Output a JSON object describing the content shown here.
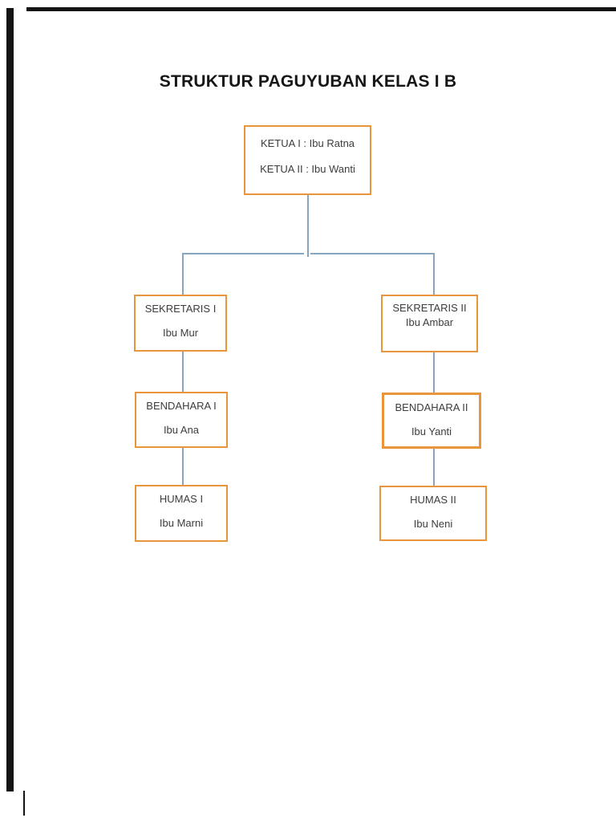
{
  "page": {
    "title": "STRUKTUR PAGUYUBAN KELAS I B"
  },
  "colors": {
    "box_border": "#e9953c",
    "connector": "#87a5be",
    "text": "#3d3d3d",
    "scan_edge": "#141414"
  },
  "org": {
    "root": {
      "line1": "KETUA I : Ibu Ratna",
      "line2": "KETUA II : Ibu Wanti"
    },
    "left": [
      {
        "role": "SEKRETARIS I",
        "name": "Ibu Mur"
      },
      {
        "role": "BENDAHARA I",
        "name": "Ibu Ana"
      },
      {
        "role": "HUMAS I",
        "name": "Ibu Marni"
      }
    ],
    "right": [
      {
        "role": "SEKRETARIS II",
        "name": "Ibu Ambar"
      },
      {
        "role": "BENDAHARA II",
        "name": "Ibu Yanti"
      },
      {
        "role": "HUMAS II",
        "name": "Ibu Neni"
      }
    ]
  }
}
